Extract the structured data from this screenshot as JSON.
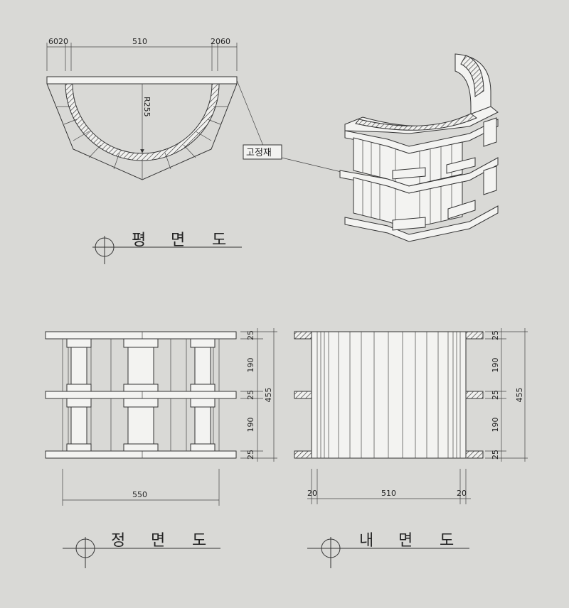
{
  "plan_view": {
    "dim_left": "6020",
    "dim_mid": "510",
    "dim_right": "2060",
    "radius": "R255",
    "title_chars": [
      "평",
      "면",
      "도"
    ]
  },
  "callout": {
    "label": "고정재"
  },
  "front_view": {
    "dims_right": [
      "25",
      "190",
      "25",
      "190",
      "25"
    ],
    "dim_total": "455",
    "dim_bottom": "550",
    "title_chars": [
      "정",
      "면",
      "도"
    ]
  },
  "side_view": {
    "dims_right": [
      "25",
      "190",
      "25",
      "190",
      "25"
    ],
    "dim_total": "455",
    "dim_bottom_left": "20",
    "dim_bottom_mid": "510",
    "dim_bottom_right": "20",
    "title_chars": [
      "내",
      "면",
      "도"
    ]
  }
}
